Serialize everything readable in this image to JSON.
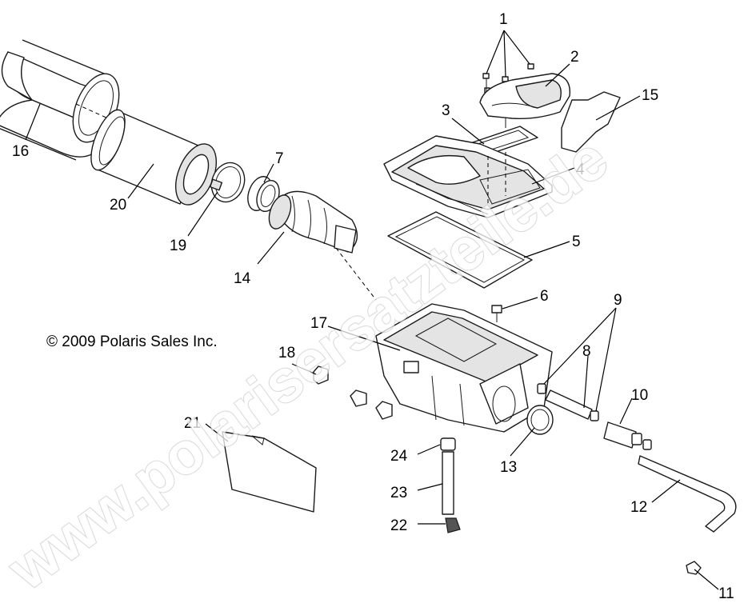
{
  "copyright": "© 2009 Polaris Sales Inc.",
  "watermark": "www.polarisersatzteile.de",
  "callouts": [
    "1",
    "2",
    "3",
    "4",
    "5",
    "6",
    "7",
    "8",
    "9",
    "10",
    "11",
    "12",
    "13",
    "14",
    "15",
    "16",
    "17",
    "18",
    "19",
    "20",
    "21",
    "22",
    "23",
    "24"
  ]
}
